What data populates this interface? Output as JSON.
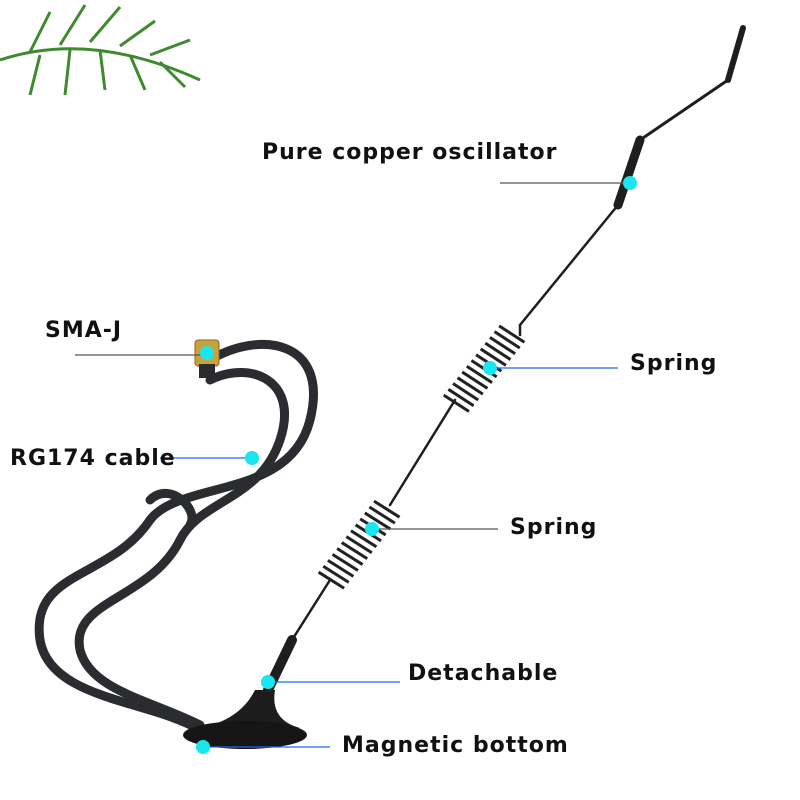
{
  "labels": {
    "oscillator": "Pure copper oscillator",
    "sma": "SMA-J",
    "cable": "RG174 cable",
    "spring_upper": "Spring",
    "spring_lower": "Spring",
    "detachable": "Detachable",
    "magnetic": "Magnetic bottom"
  },
  "colors": {
    "dot": "#19e6f0",
    "leader": "#1a6cf0",
    "antenna": "#1e1e1e"
  }
}
